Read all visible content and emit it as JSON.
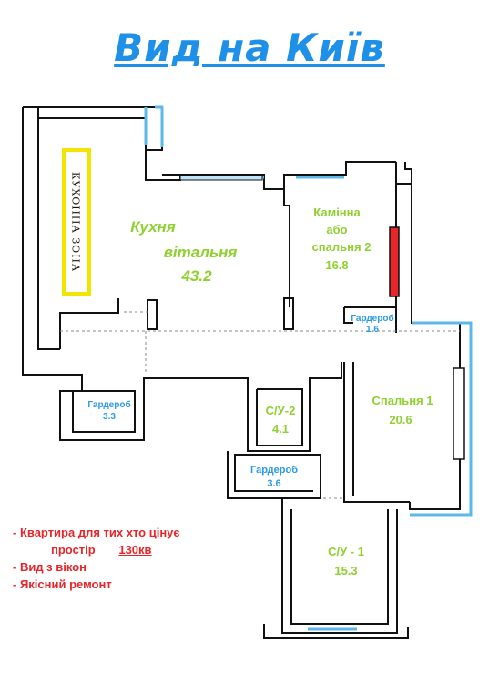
{
  "title": "Вид на Київ",
  "rooms": {
    "kitchen": {
      "line1": "Кухня",
      "line2": "вітальня",
      "area": "43.2"
    },
    "kitchen_zone": "КУХОННА ЗОНА",
    "fireplace": {
      "line1": "Камінна",
      "line2": "або",
      "line3": "спальня 2",
      "area": "16.8"
    },
    "wardrobe_small": {
      "name": "Гардероб",
      "area": "1.6"
    },
    "bedroom1": {
      "name": "Спальня 1",
      "area": "20.6"
    },
    "wardrobe_left": {
      "name": "Гардероб",
      "area": "3.3"
    },
    "bath2": {
      "name": "С/У-2",
      "area": "4.1"
    },
    "wardrobe_mid": {
      "name": "Гардероб",
      "area": "3.6"
    },
    "bath1": {
      "name": "С/У - 1",
      "area": "15.3"
    }
  },
  "notes": {
    "line1": "- Квартира для тих хто цінує",
    "line2_text": "простір",
    "line2_area": "130кв",
    "line3": "- Вид з вікон",
    "line4": "- Якісний ремонт"
  },
  "colors": {
    "title": "#1e90e8",
    "room_label": "#8fd12f",
    "wardrobe_label": "#2a9be6",
    "notes": "#e8262a",
    "window": "#5bb8e8",
    "fireplace": "#e8262a",
    "kitchen_zone": "#f2e600"
  }
}
